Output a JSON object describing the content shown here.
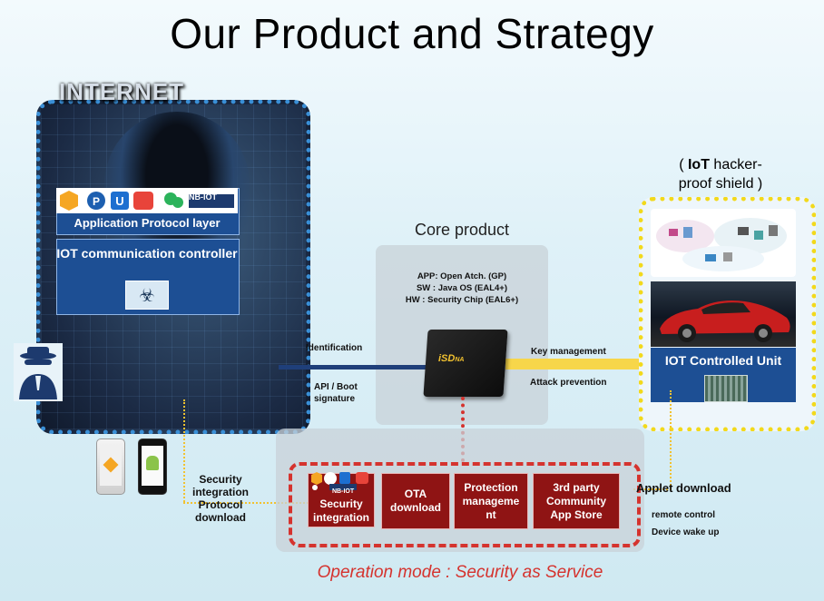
{
  "title": "Our Product and Strategy",
  "internet": {
    "label": "INTERNET",
    "app_layer_label": "Application Protocol layer",
    "nb_iot_logo": "NB-IOT",
    "iot_controller_label": "IOT communication controller"
  },
  "core": {
    "title": "Core product",
    "spec_app": "APP: Open Atch. (GP)",
    "spec_sw": "SW : Java OS (EAL4+)",
    "spec_hw": "HW : Security Chip (EAL6+)",
    "chip_label": "iSD",
    "chip_suffix": "NA"
  },
  "left_conn": {
    "top": "Identification",
    "bottom_line1": "API / Boot",
    "bottom_line2": "signature"
  },
  "right_conn": {
    "top": "Key management",
    "bottom": "Attack prevention"
  },
  "shield": {
    "title_prefix": "( ",
    "title_bold": "IoT",
    "title_rest": " hacker-",
    "title_line2": "proof shield )",
    "iot_unit_label": "IOT Controlled Unit"
  },
  "left_bottom": {
    "line1": "Security",
    "line2": "integration",
    "line3": "Protocol",
    "line4": "download"
  },
  "ops": {
    "box1_line1": "Security",
    "box1_line2": "integration",
    "box1_logo": "NB-IOT",
    "box2_line1": "OTA",
    "box2_line2": "download",
    "box3_line1": "Protection",
    "box3_line2": "manageme",
    "box3_line3": "nt",
    "box4_line1": "3rd party",
    "box4_line2": "Community",
    "box4_line3": "App Store",
    "caption": "Operation mode : Security as Service"
  },
  "right_bottom": {
    "applet": "Applet download",
    "remote": "remote control",
    "wake": "Device wake up"
  },
  "colors": {
    "panel_blue": "#1d4f94",
    "ops_red": "#8f1414",
    "accent_red": "#d5332e",
    "shield_yellow": "#f2d91c"
  }
}
